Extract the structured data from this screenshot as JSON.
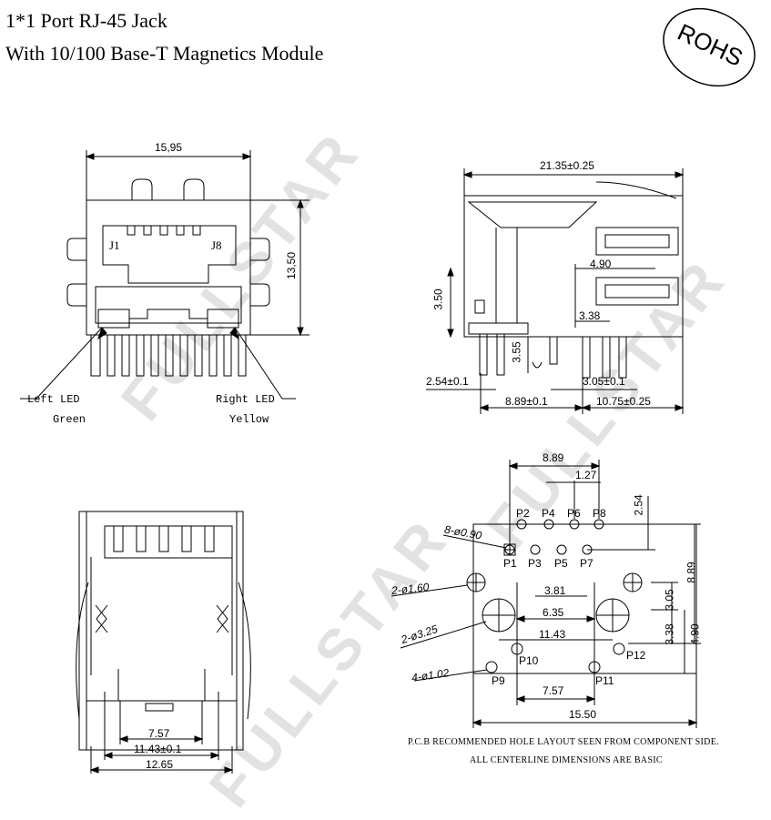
{
  "header": {
    "title": "1*1 Port RJ-45 Jack",
    "subtitle": "With 10/100 Base-T Magnetics Module",
    "rohs_badge": "ROHS"
  },
  "watermark": "FULLSTAR",
  "front_view": {
    "width_dim": "15,95",
    "height_dim": "13,50",
    "pin_label_left": "J1",
    "pin_label_right": "J8",
    "left_led_label": "Left LED",
    "left_led_color": "Green",
    "right_led_label": "Right LED",
    "right_led_color": "Yellow"
  },
  "side_view": {
    "length_dim": "21.35±0.25",
    "d_490": "4.90",
    "d_350": "3.50",
    "d_338": "3.38",
    "d_355": "3.55",
    "d_254": "2.54±0.1",
    "d_305": "3.05±0.1",
    "d_889": "8.89±0.1",
    "d_1075": "10.75±0.25"
  },
  "bottom_view": {
    "d_757": "7.57",
    "d_1143": "11.43±0.1",
    "d_1265": "12.65"
  },
  "pcb_layout": {
    "d_889_top": "8.89",
    "d_127": "1.27",
    "d_254": "2.54",
    "d_889_right": "8.89",
    "d_381": "3.81",
    "d_635": "6.35",
    "d_305": "3.05",
    "d_338": "3.38",
    "d_490": "4.90",
    "d_1143": "11.43",
    "d_757": "7.57",
    "d_1550": "15.50",
    "hole_090": "8-ø0.90",
    "hole_160": "2-ø1.60",
    "hole_325": "2-ø3.25",
    "hole_102": "4-ø1.02",
    "pins": [
      "P1",
      "P2",
      "P3",
      "P4",
      "P5",
      "P6",
      "P7",
      "P8",
      "P9",
      "P10",
      "P11",
      "P12"
    ],
    "note1": "P.C.B RECOMMENDED HOLE LAYOUT SEEN FROM COMPONENT SIDE.",
    "note2": "ALL CENTERLINE DIMENSIONS ARE BASIC"
  }
}
